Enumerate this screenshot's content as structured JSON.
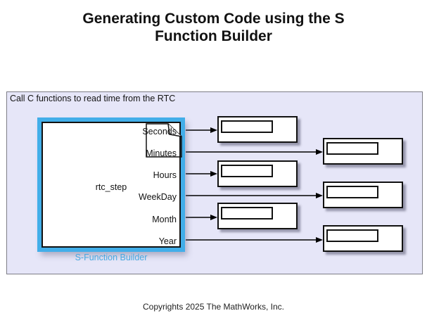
{
  "title": {
    "line1": "Generating Custom Code using the S",
    "line2": "Function Builder"
  },
  "canvas": {
    "annotation": "Call C functions to read time from the RTC"
  },
  "sfunction": {
    "name": "rtc_step",
    "label": "S-Function Builder",
    "icon": "document-icon",
    "selected": true,
    "ports": [
      "Seconds",
      "Minutes",
      "Hours",
      "WeekDay",
      "Month",
      "Year"
    ]
  },
  "displays": [
    {
      "source": "Seconds"
    },
    {
      "source": "Minutes"
    },
    {
      "source": "Hours"
    },
    {
      "source": "WeekDay"
    },
    {
      "source": "Month"
    },
    {
      "source": "Year"
    }
  ],
  "footer": {
    "copyright": "Copyrights 2025 The MathWorks, Inc."
  },
  "colors": {
    "selection_blue": "#42aee9",
    "block_label_blue": "#4aa8e0",
    "canvas_bg": "#e6e6f8",
    "block_bg": "#ffffff",
    "wire_black": "#000000"
  }
}
